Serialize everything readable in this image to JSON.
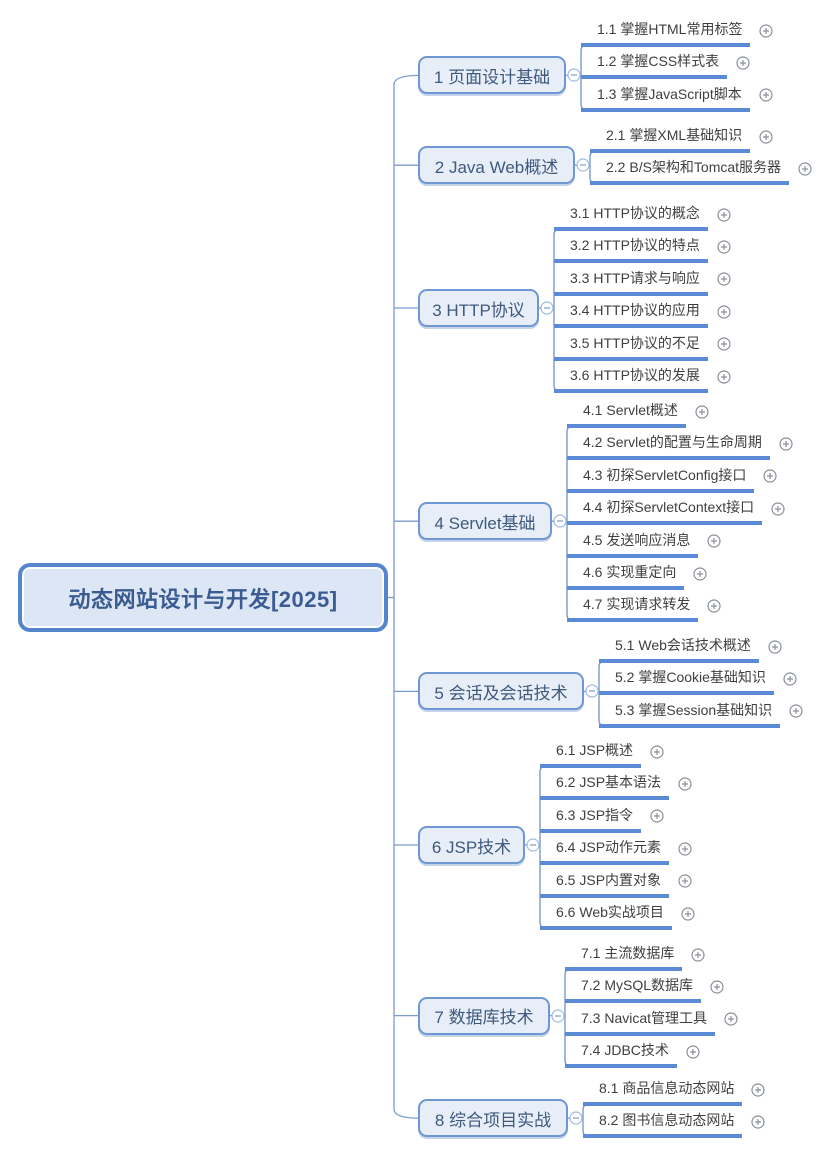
{
  "root": {
    "label": "动态网站设计与开发[2025]"
  },
  "branches": [
    {
      "label": "1 页面设计基础",
      "children": [
        {
          "label": "1.1 掌握HTML常用标签"
        },
        {
          "label": "1.2 掌握CSS样式表"
        },
        {
          "label": "1.3 掌握JavaScript脚本"
        }
      ]
    },
    {
      "label": "2 Java Web概述",
      "children": [
        {
          "label": "2.1 掌握XML基础知识"
        },
        {
          "label": "2.2 B/S架构和Tomcat服务器"
        }
      ]
    },
    {
      "label": "3 HTTP协议",
      "children": [
        {
          "label": "3.1 HTTP协议的概念"
        },
        {
          "label": "3.2 HTTP协议的特点"
        },
        {
          "label": "3.3 HTTP请求与响应"
        },
        {
          "label": "3.4 HTTP协议的应用"
        },
        {
          "label": "3.5 HTTP协议的不足"
        },
        {
          "label": "3.6 HTTP协议的发展"
        }
      ]
    },
    {
      "label": "4 Servlet基础",
      "children": [
        {
          "label": "4.1 Servlet概述"
        },
        {
          "label": "4.2 Servlet的配置与生命周期"
        },
        {
          "label": "4.3 初探ServletConfig接口"
        },
        {
          "label": "4.4 初探ServletContext接口"
        },
        {
          "label": "4.5 发送响应消息"
        },
        {
          "label": "4.6 实现重定向"
        },
        {
          "label": "4.7 实现请求转发"
        }
      ]
    },
    {
      "label": "5 会话及会话技术",
      "children": [
        {
          "label": "5.1 Web会话技术概述"
        },
        {
          "label": "5.2 掌握Cookie基础知识"
        },
        {
          "label": "5.3 掌握Session基础知识"
        }
      ]
    },
    {
      "label": "6 JSP技术",
      "children": [
        {
          "label": "6.1 JSP概述"
        },
        {
          "label": "6.2 JSP基本语法"
        },
        {
          "label": "6.3 JSP指令"
        },
        {
          "label": "6.4 JSP动作元素"
        },
        {
          "label": "6.5 JSP内置对象"
        },
        {
          "label": "6.6 Web实战项目"
        }
      ]
    },
    {
      "label": "7 数据库技术",
      "children": [
        {
          "label": "7.1 主流数据库"
        },
        {
          "label": "7.2 MySQL数据库"
        },
        {
          "label": "7.3 Navicat管理工具"
        },
        {
          "label": "7.4 JDBC技术"
        }
      ]
    },
    {
      "label": "8 综合项目实战",
      "children": [
        {
          "label": "8.1 商品信息动态网站"
        },
        {
          "label": "8.2 图书信息动态网站"
        }
      ]
    }
  ],
  "icons": {
    "collapse": "minus-circle",
    "expand": "plus-circle"
  },
  "colors": {
    "central_border": "#5585CB",
    "central_fill": "#DDE6F4",
    "central_text": "#3A5C90",
    "branch_border": "#6E97D3",
    "branch_fill": "#E8EEF8",
    "branch_text": "#3E5A7E",
    "child_text": "#3F3F3F",
    "underline": "#5B8BD6",
    "connector": "#7B9BCC",
    "expand_icon": "#8A8F98",
    "collapse_icon": "#9FB9E2"
  }
}
